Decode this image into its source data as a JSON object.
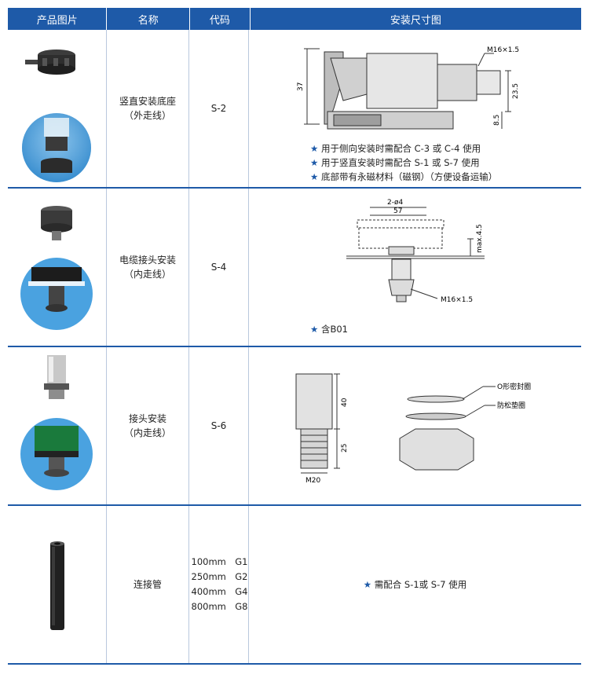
{
  "header": [
    "产品图片",
    "名称",
    "代码",
    "安装尺寸图"
  ],
  "rows": [
    {
      "name_line1": "竖直安装底座",
      "name_line2": "（外走线）",
      "code": "S-2",
      "dims": {
        "d37": "37",
        "m16": "M16×1.5",
        "d23": "23.5",
        "d8": "8.5"
      },
      "notes": [
        "用于侧向安装时需配合 C-3 或 C-4 使用",
        "用于竖直安装时需配合 S-1 或 S-7 使用",
        "底部带有永磁材料（磁钢）（方便设备运输）"
      ]
    },
    {
      "name_line1": "电缆接头安装",
      "name_line2": "（内走线）",
      "code": "S-4",
      "dims": {
        "d2phi4": "2-ø4",
        "d57": "57",
        "max45": "max.4.5",
        "m16": "M16×1.5"
      },
      "notes": [
        "含B01"
      ]
    },
    {
      "name_line1": "接头安装",
      "name_line2": "（内走线）",
      "code": "S-6",
      "dims": {
        "d40": "40",
        "d25": "25",
        "m20": "M20",
        "oring": "O形密封圈",
        "washer": "防松垫圈"
      },
      "notes": []
    },
    {
      "name_line1": "连接管",
      "name_line2": "",
      "codes": [
        {
          "len": "100mm",
          "code": "G1"
        },
        {
          "len": "250mm",
          "code": "G2"
        },
        {
          "len": "400mm",
          "code": "G4"
        },
        {
          "len": "800mm",
          "code": "G8"
        }
      ],
      "notes": [
        "需配合 S-1或 S-7 使用"
      ]
    }
  ],
  "star": "★",
  "colors": {
    "header_bg": "#1e5aa8",
    "star": "#1e5aa8",
    "divider": "#1e5aa8"
  }
}
